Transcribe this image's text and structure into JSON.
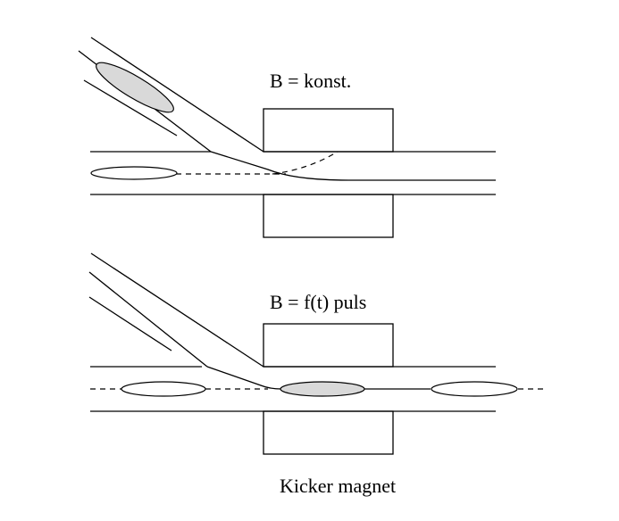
{
  "panels": {
    "top": {
      "label": "B = konst."
    },
    "bottom": {
      "label": "B = f(t) puls"
    }
  },
  "caption": "Kicker magnet",
  "colors": {
    "background": "#ffffff",
    "line": "#000000",
    "bunch_fill": "#d9d9d9"
  }
}
